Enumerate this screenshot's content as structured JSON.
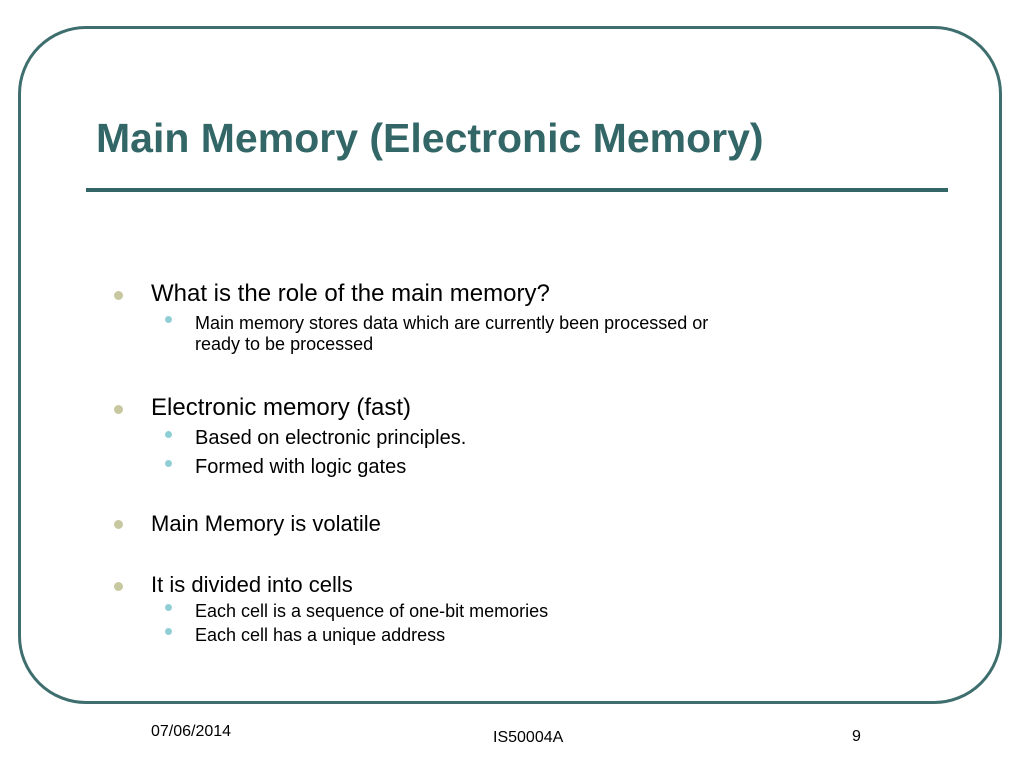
{
  "slide": {
    "title": "Main Memory (Electronic Memory)",
    "bullets": [
      {
        "text": "What is the role of the main memory?",
        "sub": [
          {
            "line1": "Main memory stores data which are currently been processed  or",
            "line2": "ready to be processed"
          }
        ]
      },
      {
        "text": "Electronic memory  (fast)",
        "sub": [
          {
            "line1": "Based on electronic principles."
          },
          {
            "line1": "Formed with logic gates"
          }
        ]
      },
      {
        "text": "Main Memory is volatile",
        "sub": []
      },
      {
        "text": "It is divided into cells",
        "sub": [
          {
            "line1": "Each cell is a sequence of one-bit memories"
          },
          {
            "line1": "Each cell has a unique address"
          }
        ]
      }
    ],
    "footer": {
      "date": "07/06/2014",
      "course": "IS50004A",
      "page": "9"
    },
    "colors": {
      "title": "#336666",
      "frame": "#3e6e6e",
      "bullet_level1": "#c8c8a0",
      "bullet_level2": "#8fcfd4"
    }
  }
}
